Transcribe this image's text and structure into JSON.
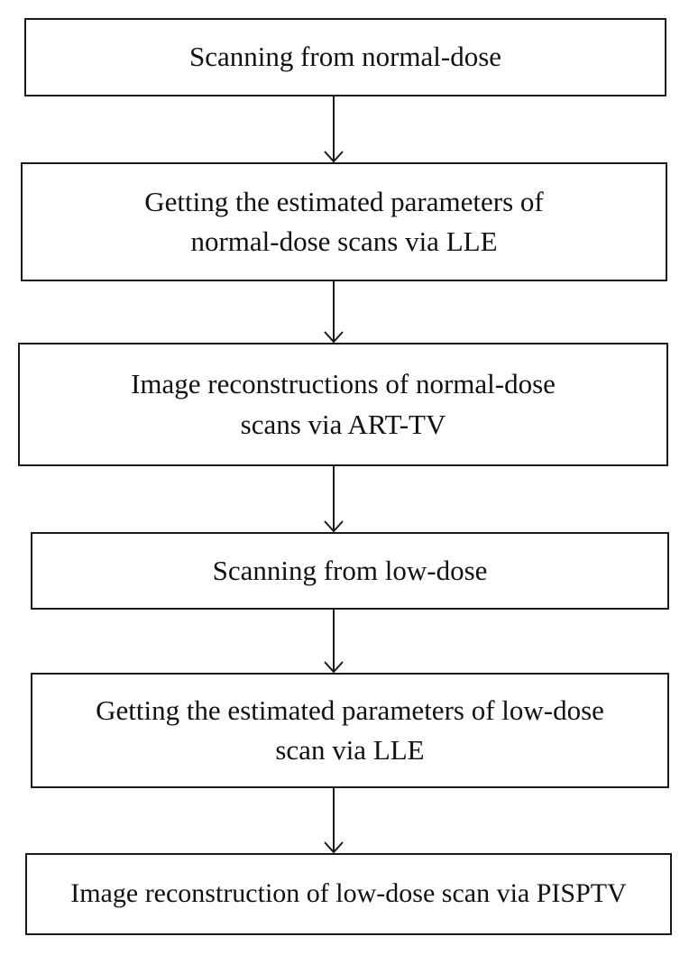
{
  "flowchart": {
    "steps": [
      {
        "id": "s1",
        "text": "Scanning from normal-dose"
      },
      {
        "id": "s2",
        "text": "Getting the estimated parameters of\nnormal-dose scans via LLE"
      },
      {
        "id": "s3",
        "text": "Image reconstructions of normal-dose\nscans via ART-TV"
      },
      {
        "id": "s4",
        "text": "Scanning from low-dose"
      },
      {
        "id": "s5",
        "text": "Getting the estimated parameters of low-dose\nscan via LLE"
      },
      {
        "id": "s6",
        "text": "Image reconstruction of low-dose scan via PISPTV"
      }
    ],
    "connections": [
      {
        "from": "s1",
        "to": "s2"
      },
      {
        "from": "s2",
        "to": "s3"
      },
      {
        "from": "s3",
        "to": "s4"
      },
      {
        "from": "s4",
        "to": "s5"
      },
      {
        "from": "s5",
        "to": "s6"
      }
    ]
  }
}
